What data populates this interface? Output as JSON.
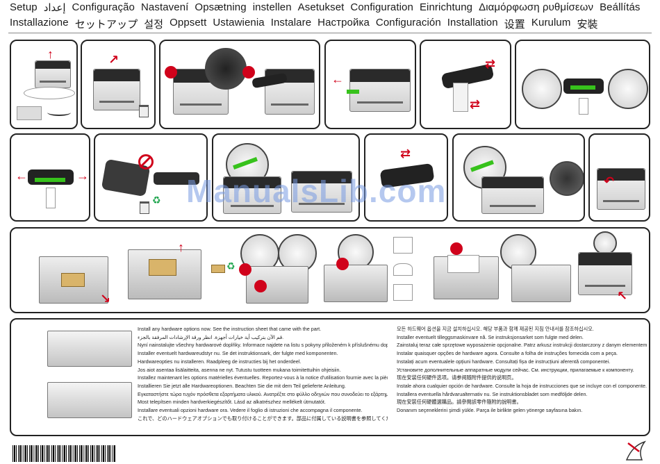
{
  "header": {
    "titles_line1": [
      "Setup",
      "إعداد",
      "Configuração",
      "Nastavení",
      "Opsætning",
      "instellen",
      "Asetukset",
      "Configuration",
      "Einrichtung",
      "Διαμόρφωση ρυθμίσεων",
      "Beállítás"
    ],
    "titles_line2": [
      "Installazione",
      "セットアップ",
      "설정",
      "Oppsett",
      "Ustawienia",
      "Instalare",
      "Настройка",
      "Configuración",
      "Installation",
      "设置",
      "Kurulum",
      "安裝"
    ]
  },
  "watermark": "ManualsLib.com",
  "instructions_left": [
    "Install any hardware options now. See the instruction sheet that came with the part.",
    "قم الآن بتركيب أية خيارات أجهزة. انظر ورقة الإرشادات المرفقة بالجزء.",
    "Nyní nainstalujte všechny hardwarové doplňky. Informace najdete na listu s pokyny přiloženém k příslušnému doplňku.",
    "Installer eventuelt hardwareudstyr nu. Se det instruktionsark, der fulgte med komponenten.",
    "Hardwareopties nu installeren. Raadpleeg de instructies bij het onderdeel.",
    "Jos aiot asentaa lisälaitteita, asenna ne nyt. Tutustu tuotteen mukana toimitettuihin ohjeisiin.",
    "Installez maintenant les options matérielles éventuelles. Reportez-vous à la notice d'utilisation fournie avec la pièce.",
    "Installieren Sie jetzt alle Hardwareoptionen. Beachten Sie die mit dem Teil gelieferte Anleitung.",
    "Εγκαταστήστε τώρα τυχόν πρόσθετα εξαρτήματα υλικού. Ανατρέξτε στο φύλλο οδηγιών που συνοδεύει το εξάρτημα.",
    "Most telepítsen minden hardverkiegészítőt. Lásd az alkatrészhez mellékelt útmutatót.",
    "Installare eventuali opzioni hardware ora. Vedere il foglio di istruzioni che accompagna il componente.",
    "これで、どのハードウェアオプションでも取り付けることができます。部品に付属している説明書を参照してください。"
  ],
  "instructions_right": [
    "모든 하드웨어 옵션을 지금 설치하십시오. 해당 부품과 함께 제공된 지침 안내서를 참조하십시오.",
    "Installer eventuelt tilleggsmaskinvare nå. Se instruksjonsarket som fulgte med delen.",
    "Zainstaluj teraz całe sprzętowe wyposażenie opcjonalne. Patrz arkusz instrukcji dostarczony z danym elementem.",
    "Instalar quaisquer opções de hardware agora. Consulte a folha de instruções fornecida com a peça.",
    "Instalați acum eventualele opțiuni hardware. Consultați fișa de instrucțiuni aferentă componentei.",
    "Установите дополнительные аппаратные модули сейчас. См. инструкции, прилагаемые к компоненту.",
    "现在安装任何硬件选项。请参阅随附件提供的说明页。",
    "Instale ahora cualquier opción de hardware. Consulte la hoja de instrucciones que se incluye con el componente.",
    "Installera eventuella hårdvarualternativ nu. Se instruktionsbladet som medföljde delen.",
    "現在安裝任何硬體選購品。請參閱該零件隨附的說明書。",
    "Donanım seçeneklerini şimdi yükle. Parça ile birlikte gelen yönerge sayfasına bakın."
  ]
}
